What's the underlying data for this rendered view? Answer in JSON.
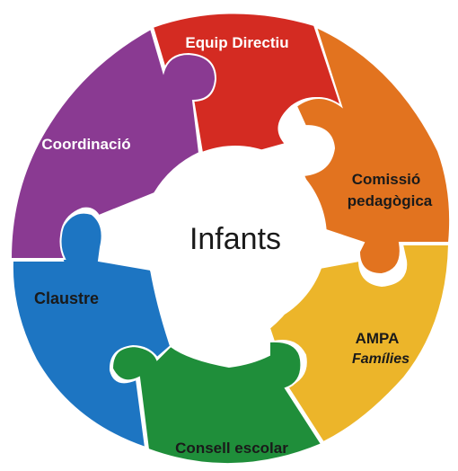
{
  "diagram": {
    "center_label": "Infants",
    "pieces": [
      {
        "id": "equip-directiu",
        "lines": [
          "Equip Directiu"
        ],
        "color": "#d42b22"
      },
      {
        "id": "comissio-pedagogica",
        "lines": [
          "Comissió",
          "pedagògica"
        ],
        "color": "#e2731f"
      },
      {
        "id": "ampa",
        "lines": [
          "AMPA",
          "Famílies"
        ],
        "color": "#ecb52a"
      },
      {
        "id": "consell-escolar",
        "lines": [
          "Consell escolar"
        ],
        "color": "#1f8e3a"
      },
      {
        "id": "claustre",
        "lines": [
          "Claustre"
        ],
        "color": "#1d75c2"
      },
      {
        "id": "coordinacio",
        "lines": [
          "Coordinació"
        ],
        "color": "#8a3a92"
      }
    ]
  }
}
